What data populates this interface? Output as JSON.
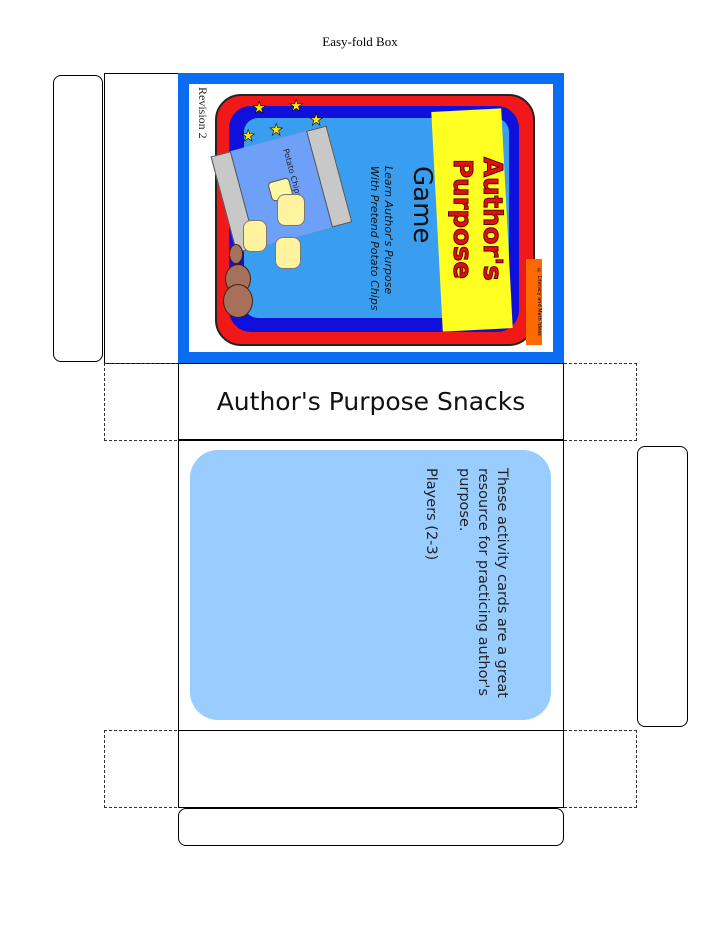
{
  "page_title": "Easy-fold Box",
  "cover": {
    "revision": "Revision 2",
    "title": "Author's Purpose",
    "game": "Game",
    "subtitle_line1": "Learn Author's Purpose",
    "subtitle_line2": "With Pretend Potato Chips",
    "bag_label": "Potato Chips",
    "copyright": "© Literacy and Math Ideas",
    "colors": {
      "border": "#0a6cf0",
      "frame": "#f01818",
      "banner": "#ffff22"
    }
  },
  "side_label": "Author's Purpose Snacks",
  "description": {
    "text": "These activity cards are a great resource for practicing author's purpose.",
    "players": "Players (2-3)",
    "background": "#99ccff"
  }
}
